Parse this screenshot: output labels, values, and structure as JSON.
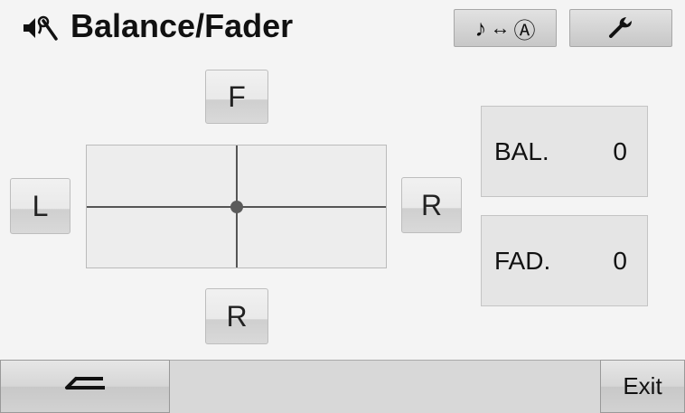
{
  "header": {
    "title": "Balance/Fader",
    "icon": "speaker-wrench-icon",
    "nav_toggle": {
      "music_glyph": "♪",
      "arrows_glyph": "↔",
      "nav_glyph": "Ⓐ"
    },
    "settings_icon": "wrench-icon"
  },
  "controls": {
    "front_label": "F",
    "left_label": "L",
    "right_label": "R",
    "rear_label": "R"
  },
  "grid": {
    "balance": 0,
    "fader": 0
  },
  "values": {
    "balance_label": "BAL.",
    "balance_value": "0",
    "fader_label": "FAD.",
    "fader_value": "0"
  },
  "footer": {
    "back_icon": "back-arrow-icon",
    "exit_label": "Exit"
  }
}
